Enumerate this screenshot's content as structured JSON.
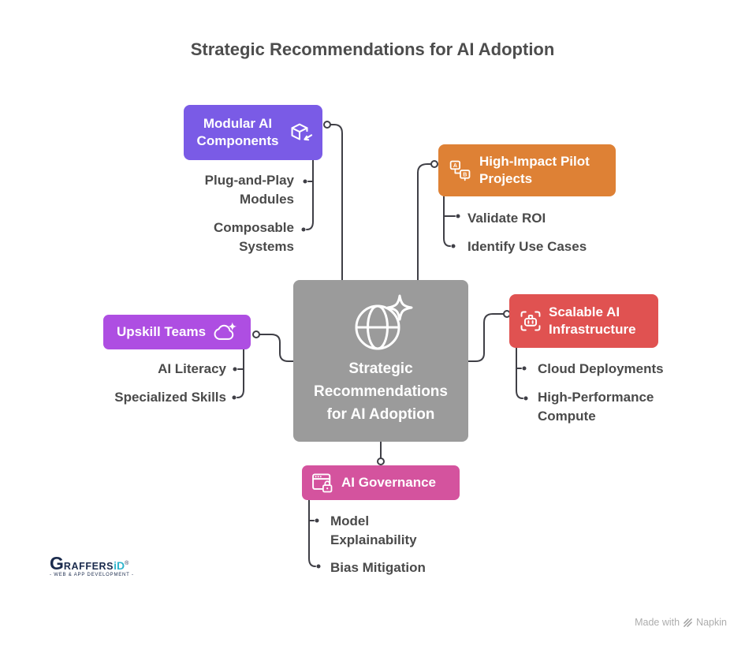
{
  "title": "Strategic Recommendations for AI Adoption",
  "center": {
    "label": "Strategic Recommendations for AI Adoption",
    "color": "#9B9B9B"
  },
  "branches": [
    {
      "label": "Modular AI Components",
      "color": "#7A5BE6",
      "icon": "cube-import-icon",
      "items": [
        "Plug-and-Play Modules",
        "Composable Systems"
      ]
    },
    {
      "label": "High-Impact Pilot Projects",
      "color": "#DE8135",
      "icon": "ab-screens-icon",
      "items": [
        "Validate ROI",
        "Identify Use Cases"
      ]
    },
    {
      "label": "Upskill Teams",
      "color": "#AE4EE2",
      "icon": "cloud-sparkle-icon",
      "items": [
        "AI Literacy",
        "Specialized Skills"
      ]
    },
    {
      "label": "Scalable AI Infrastructure",
      "color": "#E05251",
      "icon": "robot-scan-icon",
      "items": [
        "Cloud Deployments",
        "High-Performance Compute"
      ]
    },
    {
      "label": "AI Governance",
      "color": "#D4539E",
      "icon": "window-lock-icon",
      "items": [
        "Model Explainability",
        "Bias Mitigation"
      ]
    }
  ],
  "footer": {
    "logo": {
      "part1": "G",
      "part2": "RAFFERS",
      "part3": "iD",
      "reg": "®",
      "tagline": "- WEB & APP DEVELOPMENT -"
    },
    "made_with": "Made with",
    "brand": "Napkin"
  },
  "colors": {
    "connector": "#3F3F46",
    "sub_text": "#4A4A4A",
    "title_text": "#4D4D4D"
  }
}
